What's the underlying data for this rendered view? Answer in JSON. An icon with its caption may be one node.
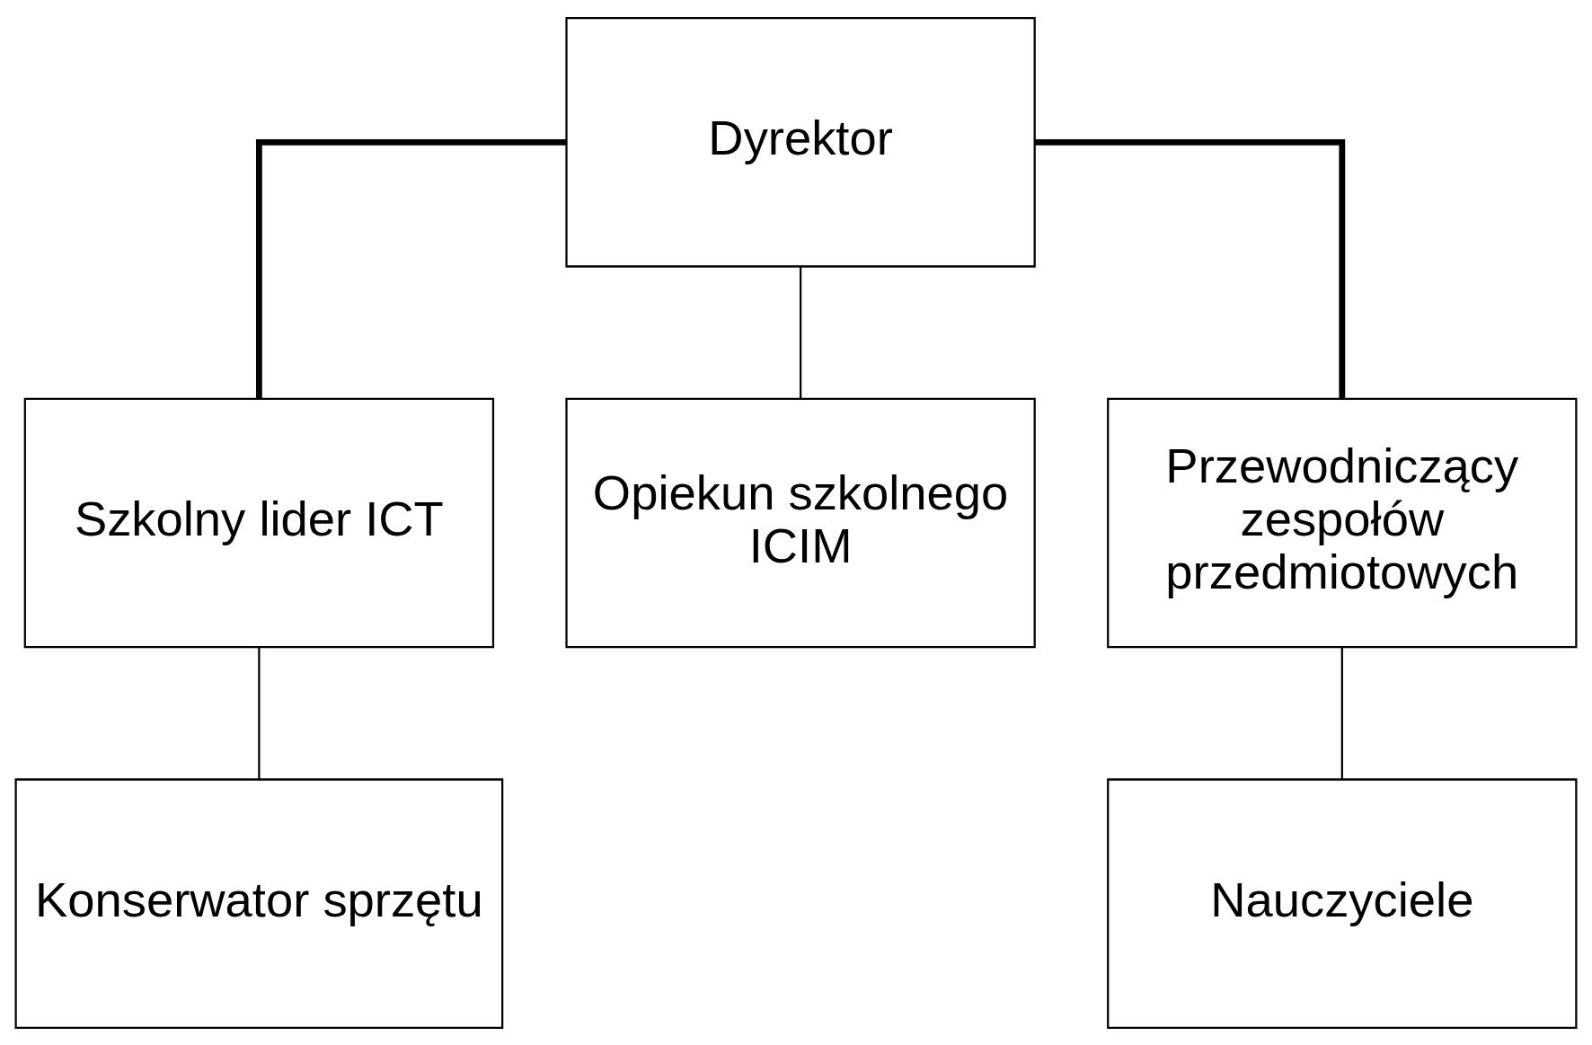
{
  "diagram": {
    "nodes": [
      {
        "text": [
          "Dyrektor"
        ]
      },
      {
        "text": [
          "Szkolny lider ICT"
        ]
      },
      {
        "text": [
          "Opiekun szkolnego ICIM"
        ]
      },
      {
        "text": [
          "Przewodniczący zespołów przedmiotowych"
        ]
      },
      {
        "text": [
          "Konserwator sprzętu"
        ]
      },
      {
        "text": [
          "Nauczyciele"
        ]
      }
    ],
    "edges": [
      {
        "from": 0,
        "to": 1,
        "arrow": "none",
        "style": "thick"
      },
      {
        "from": 0,
        "to": 2,
        "arrow": "none"
      },
      {
        "from": 0,
        "to": 3,
        "arrow": "none",
        "style": "thick"
      },
      {
        "from": 1,
        "to": 4,
        "arrow": "none"
      },
      {
        "from": 3,
        "to": 5,
        "arrow": "none"
      }
    ]
  }
}
